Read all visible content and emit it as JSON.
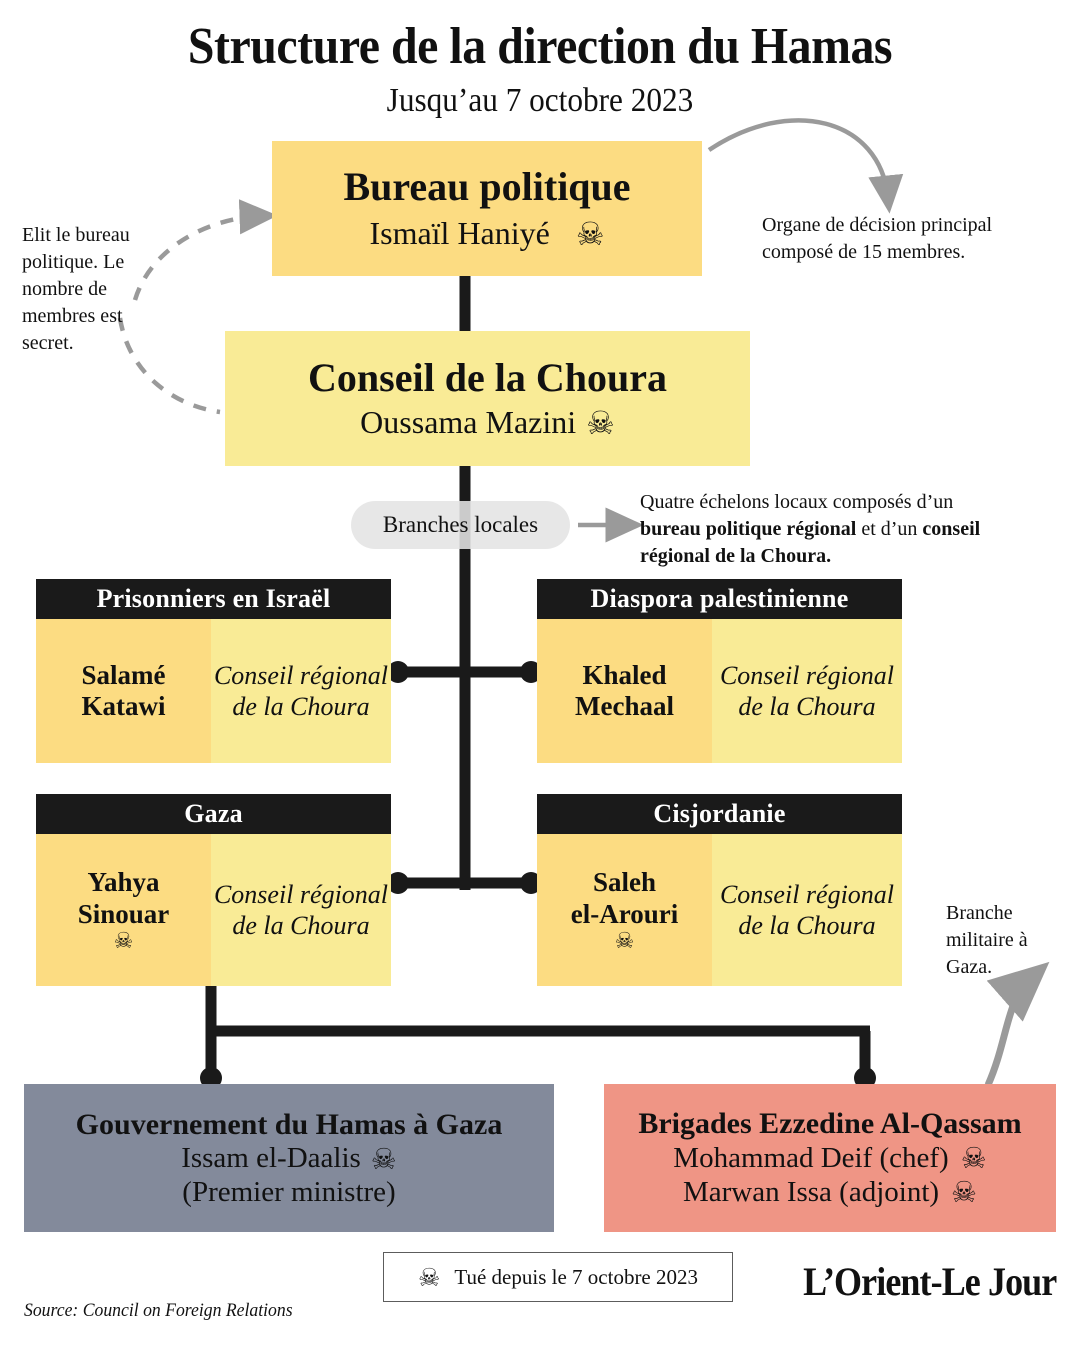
{
  "title": "Structure de la direction du Hamas",
  "subtitle": "Jusqu’au 7 octobre 2023",
  "icons": {
    "skull": "☠",
    "skull_name": "skull-and-crossbones-icon"
  },
  "colors": {
    "yellow_dark": "#fcdc82",
    "yellow_light": "#f9eb96",
    "header_black": "#1a1a1a",
    "gouv_gray": "#838a9b",
    "brigades_pink": "#ef9585",
    "pill_gray": "#e4e4e4",
    "arrow_gray": "#9a9a9a",
    "line_black": "#1a1a1a"
  },
  "top": {
    "bureau": {
      "title": "Bureau politique",
      "person": "Ismaïl Haniyé",
      "killed": true
    },
    "choura": {
      "title": "Conseil de la Choura",
      "person": "Oussama Mazini",
      "killed": true
    }
  },
  "pill": {
    "label": "Branches locales"
  },
  "annotations": {
    "left": "Elit le bureau politique. Le nombre de membres est secret.",
    "right_top": "Organe de décision principal composé de 15 membres.",
    "branches_prefix": "Quatre échelons locaux composés d’un ",
    "branches_bold1": "bureau politique régional",
    "branches_mid": " et d’un ",
    "branches_bold2": "conseil régional de la Choura.",
    "military": "Branche militaire à Gaza."
  },
  "regions": [
    {
      "header": "Prisonniers en Israël",
      "leader": "Salamé Katawi",
      "leader_l1": "Salamé",
      "leader_l2": "Katawi",
      "council": "Conseil régional de la Choura",
      "killed": false
    },
    {
      "header": "Diaspora palestinienne",
      "leader": "Khaled Mechaal",
      "leader_l1": "Khaled",
      "leader_l2": "Mechaal",
      "council": "Conseil régional de la Choura",
      "killed": false
    },
    {
      "header": "Gaza",
      "leader": "Yahya Sinouar",
      "leader_l1": "Yahya",
      "leader_l2": "Sinouar",
      "council": "Conseil régional de la Choura",
      "killed": true
    },
    {
      "header": "Cisjordanie",
      "leader": "Saleh el-Arouri",
      "leader_l1": "Saleh",
      "leader_l2": "el-Arouri",
      "council": "Conseil régional de la Choura",
      "killed": true
    }
  ],
  "bottom": {
    "gouv": {
      "title": "Gouvernement du Hamas à Gaza",
      "person": "Issam el-Daalis",
      "role": "(Premier ministre)",
      "killed": true
    },
    "brigades": {
      "title": "Brigades Ezzedine Al-Qassam",
      "person1": "Mohammad Deif (chef)",
      "person2": "Marwan Issa (adjoint)",
      "killed1": true,
      "killed2": true
    }
  },
  "footer": {
    "legend": "Tué depuis le 7 octobre 2023",
    "source": "Source: Council on Foreign Relations",
    "logo": "L’Orient-Le Jour"
  }
}
